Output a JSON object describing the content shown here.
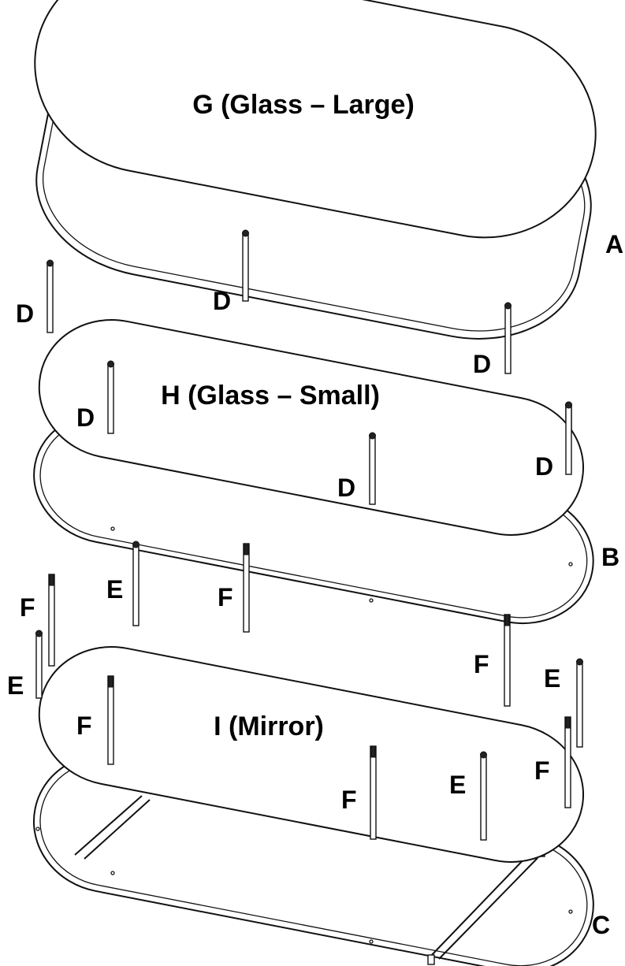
{
  "panels": {
    "glass_large": "G (Glass – Large)",
    "glass_small": "H (Glass – Small)",
    "mirror": "I (Mirror)"
  },
  "frames": {
    "a": "A",
    "b": "B",
    "c": "C"
  },
  "parts": {
    "d": "D",
    "e": "E",
    "f": "F"
  }
}
